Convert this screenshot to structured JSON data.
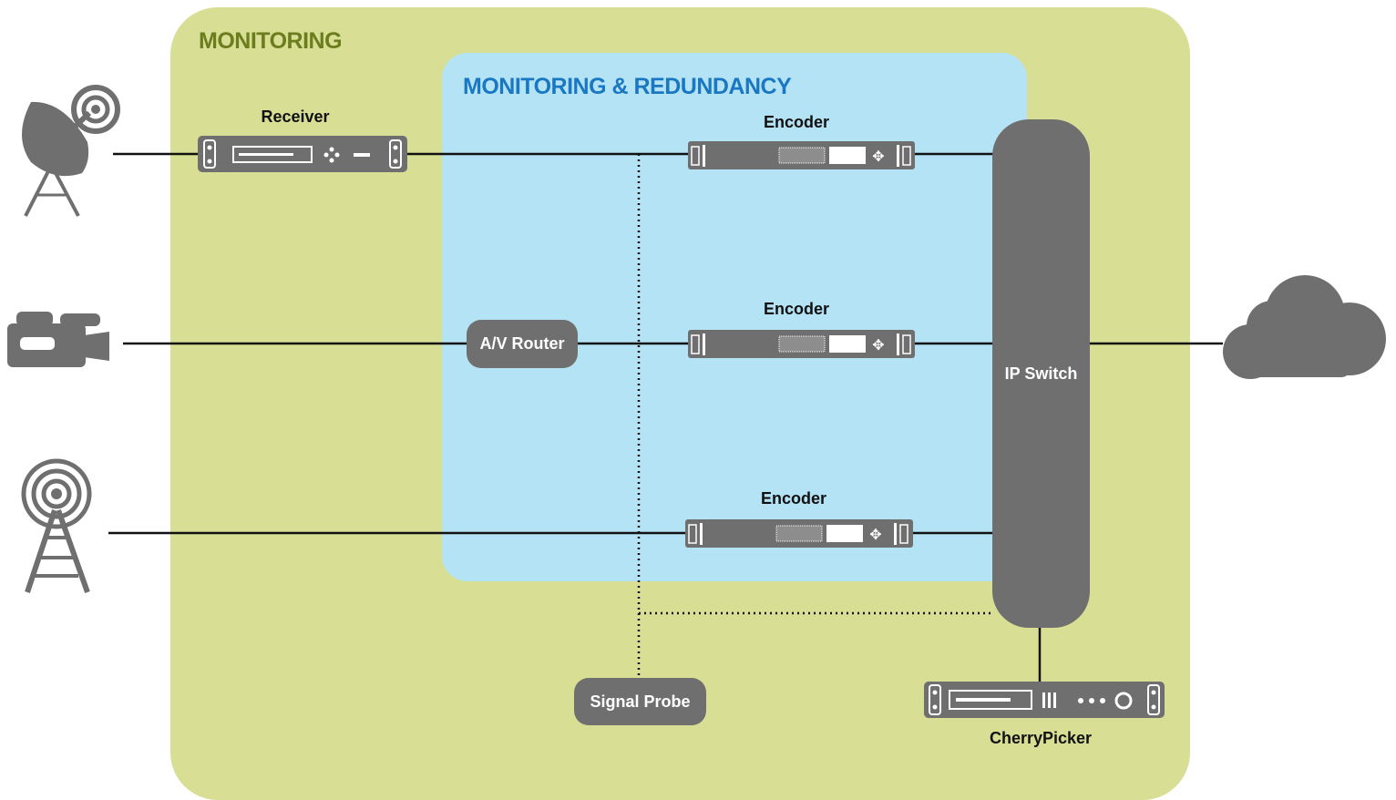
{
  "zones": {
    "outer_title": "MONITORING",
    "inner_title": "MONITORING & REDUNDANCY"
  },
  "devices": {
    "receiver": "Receiver",
    "encoder_1": "Encoder",
    "encoder_2": "Encoder",
    "encoder_3": "Encoder",
    "av_router": "A/V Router",
    "ip_switch": "IP Switch",
    "signal_probe": "Signal Probe",
    "cherrypicker": "CherryPicker"
  },
  "icons": {
    "sources": [
      "satellite-dish-icon",
      "video-camera-icon",
      "broadcast-tower-icon"
    ],
    "destination": "cloud-icon"
  },
  "colors": {
    "outer_zone": "#d8df95",
    "outer_title": "#6b7d1d",
    "inner_zone": "#b5e3f6",
    "inner_title": "#1a78c2",
    "device": "#6f6f6f"
  }
}
